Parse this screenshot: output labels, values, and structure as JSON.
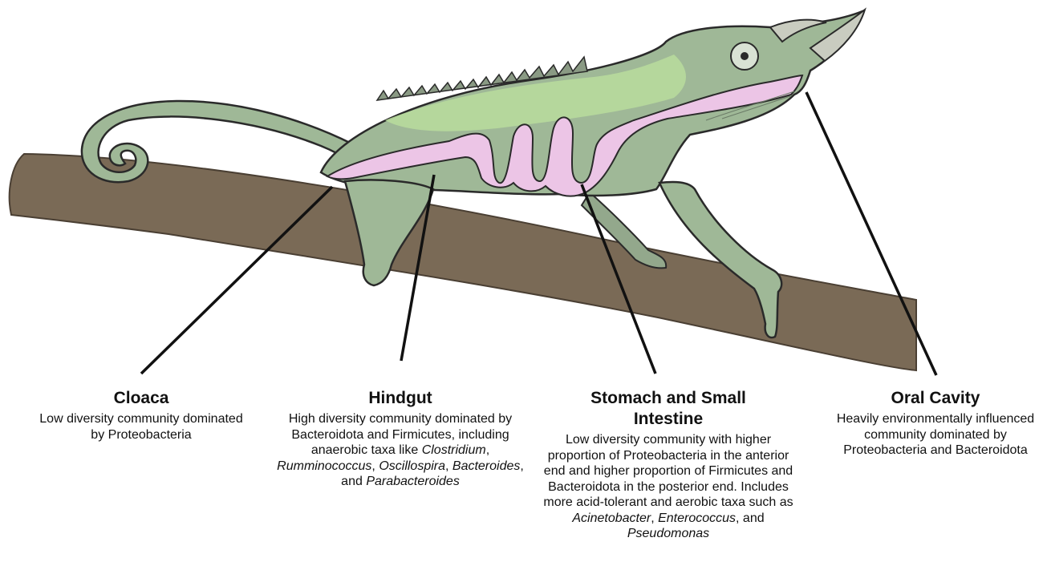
{
  "colors": {
    "branch": "#7a6a56",
    "body": "#9fb897",
    "back_highlight": "#b8dc9c",
    "gut": "#ecc5e6",
    "outline": "#2a2a2a",
    "leader_line": "#111111"
  },
  "regions": [
    {
      "id": "cloaca",
      "title": "Cloaca",
      "description": [
        {
          "text": "Low diversity community dominated by Proteobacteria"
        }
      ]
    },
    {
      "id": "hindgut",
      "title": "Hindgut",
      "description": [
        {
          "text": "High diversity community dominated by Bacteroidota and Firmicutes, including anaerobic taxa like "
        },
        {
          "text": "Clostridium",
          "italic": true
        },
        {
          "text": ", "
        },
        {
          "text": "Rumminococcus",
          "italic": true
        },
        {
          "text": ", "
        },
        {
          "text": "Oscillospira",
          "italic": true
        },
        {
          "text": ", "
        },
        {
          "text": "Bacteroides",
          "italic": true
        },
        {
          "text": ", and "
        },
        {
          "text": "Parabacteroides",
          "italic": true
        }
      ]
    },
    {
      "id": "stomach",
      "title": "Stomach and Small Intestine",
      "description": [
        {
          "text": "Low diversity community with higher proportion of Proteobacteria in the anterior end and higher proportion of Firmicutes and Bacteroidota in the posterior end. Includes more acid-tolerant and aerobic taxa such as "
        },
        {
          "text": "Acinetobacter",
          "italic": true
        },
        {
          "text": ", "
        },
        {
          "text": "Enterococcus",
          "italic": true
        },
        {
          "text": ", and "
        },
        {
          "text": "Pseudomonas",
          "italic": true
        }
      ]
    },
    {
      "id": "oral",
      "title": "Oral Cavity",
      "description": [
        {
          "text": "Heavily environmentally influenced community dominated by Proteobacteria and Bacteroidota"
        }
      ]
    }
  ]
}
